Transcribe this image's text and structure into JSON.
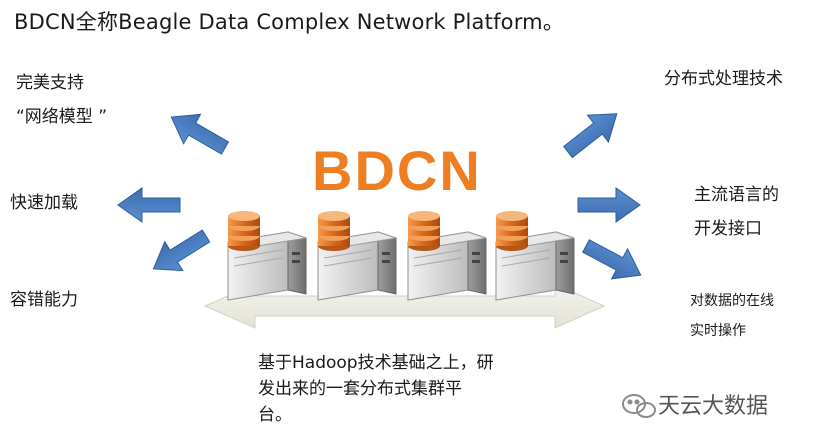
{
  "title": "BDCN全称Beagle Data Complex Network Platform。",
  "brand": "BDCN",
  "left_features": [
    {
      "line1": "完美支持",
      "line2": "“网络模型 ”"
    },
    {
      "line1": "快速加载"
    },
    {
      "line1": "容错能力"
    }
  ],
  "right_features": [
    {
      "line1": "分布式处理技术"
    },
    {
      "line1": "主流语言的",
      "line2": "开发接口"
    },
    {
      "line1": "对数据的在线",
      "line2": "实时操作"
    }
  ],
  "caption": {
    "line1": "基于Hadoop技术基础之上，研",
    "line2": "发出来的一套分布式集群平",
    "line3": "台。"
  },
  "watermark": "天云大数据",
  "colors": {
    "brand": "#ef7d22",
    "arrow": "#4a7fc1",
    "db": "#e37722",
    "server": "#d9d9d9"
  }
}
